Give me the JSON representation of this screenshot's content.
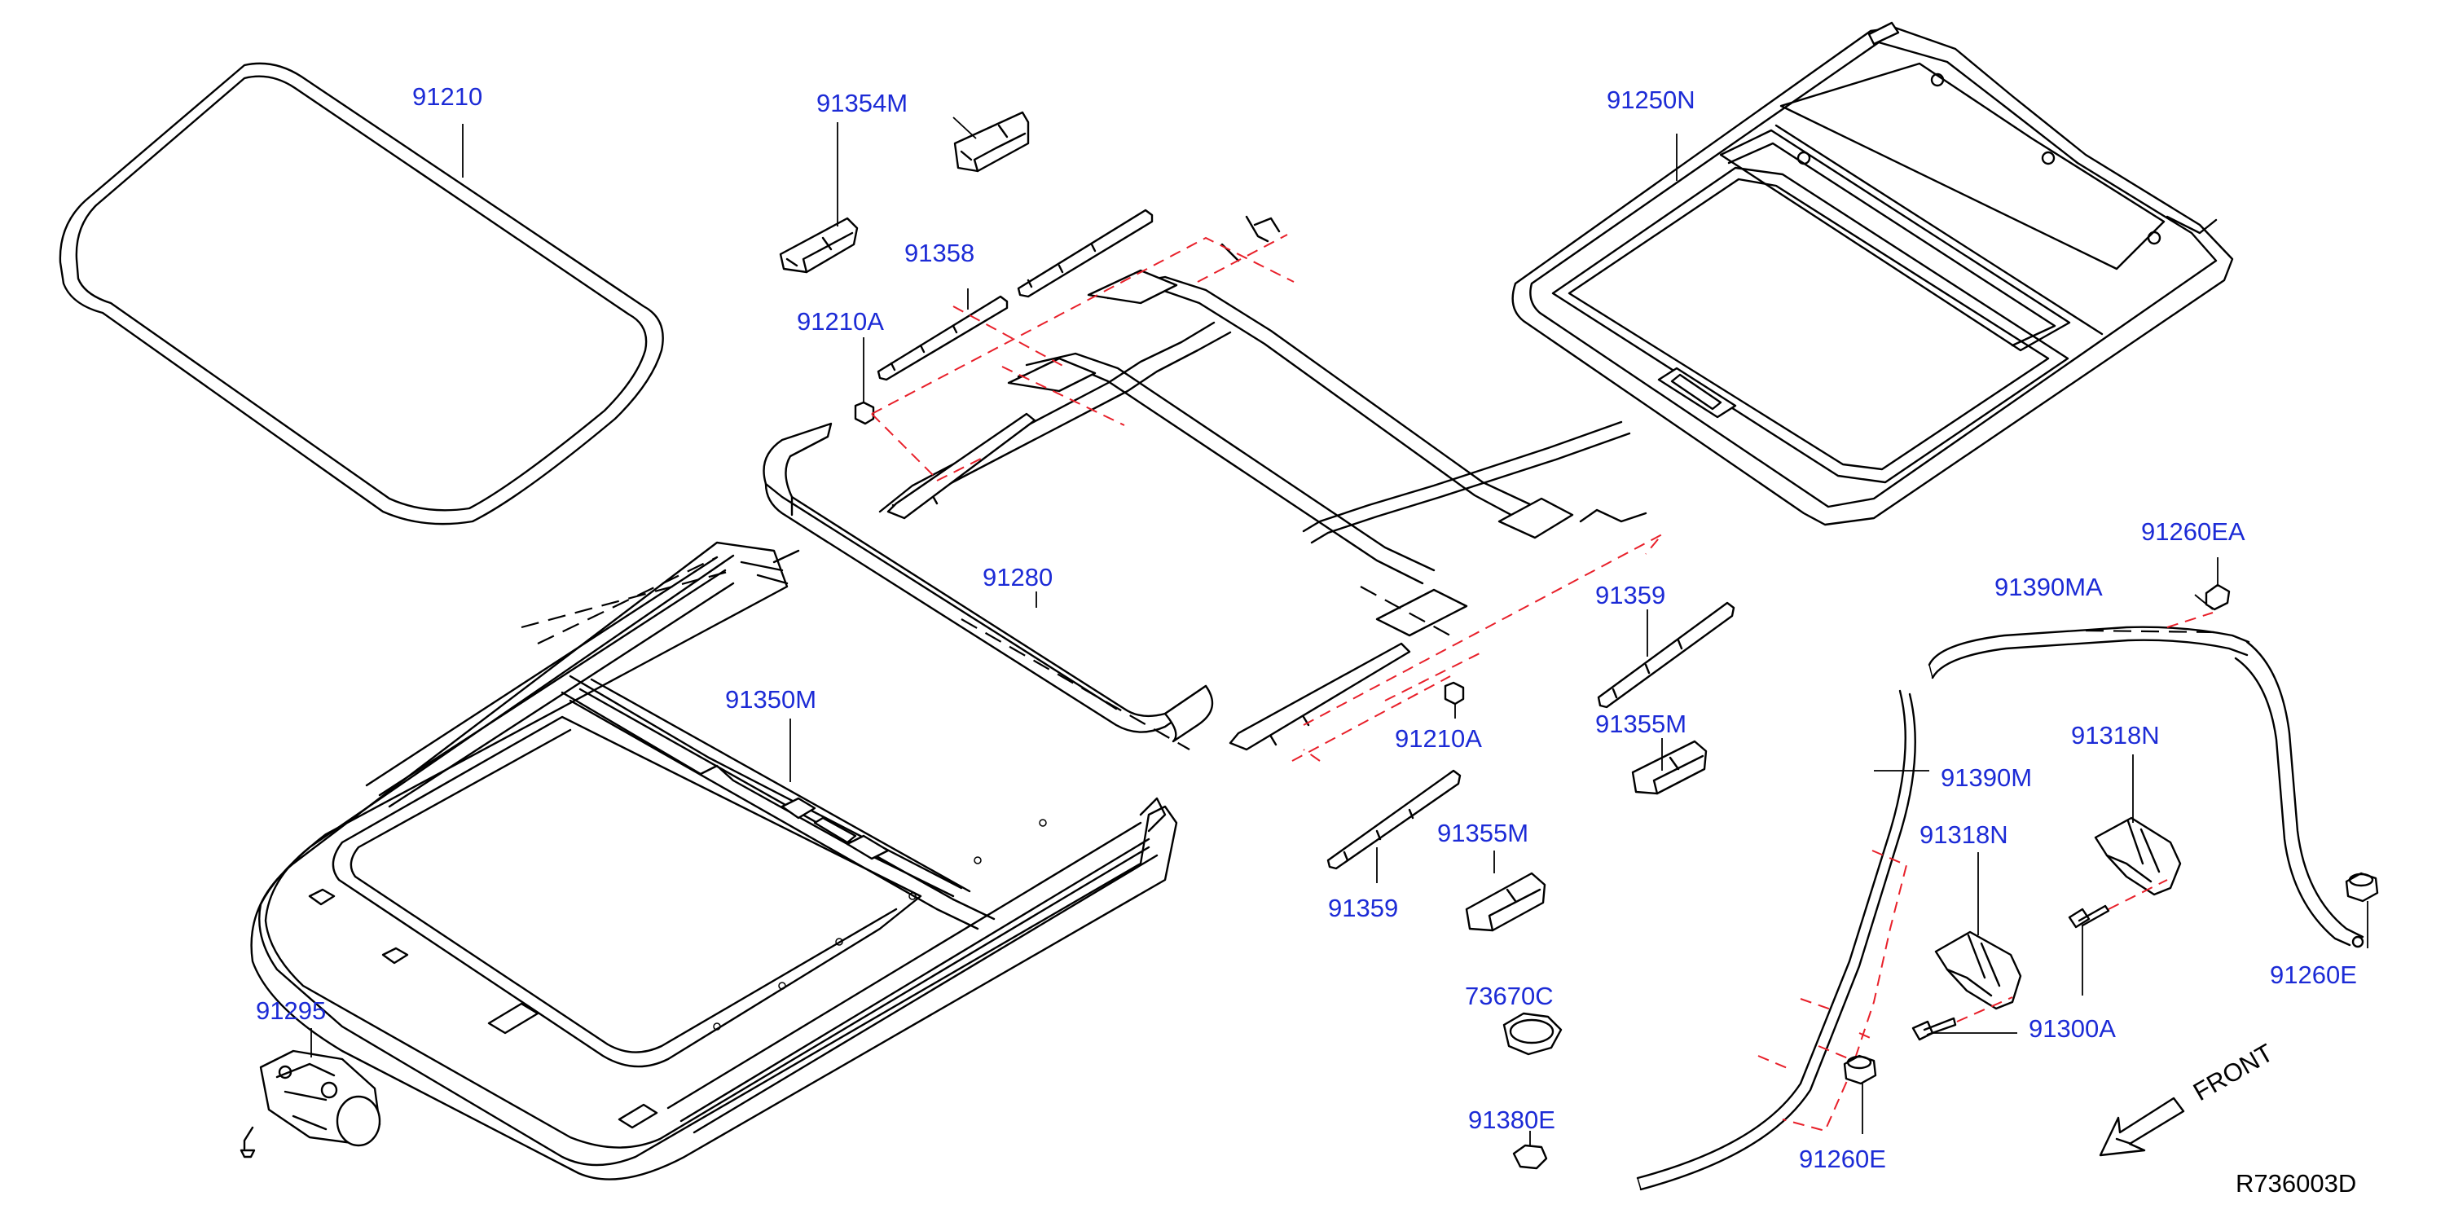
{
  "diagram": {
    "labels": {
      "p91210": "91210",
      "p91354M": "91354M",
      "p91358": "91358",
      "p91210A_top": "91210A",
      "p91250N": "91250N",
      "p91280": "91280",
      "p91350M": "91350M",
      "p91359_right": "91359",
      "p91210A_mid": "91210A",
      "p91355M_right": "91355M",
      "p91355M_mid": "91355M",
      "p91359_mid": "91359",
      "p91260EA": "91260EA",
      "p91390MA": "91390MA",
      "p91390M": "91390M",
      "p91318N_right": "91318N",
      "p91318N_mid": "91318N",
      "p91300A": "91300A",
      "p91260E_right": "91260E",
      "p91260E_bottom": "91260E",
      "p73670C": "73670C",
      "p91380E": "91380E",
      "p91295": "91295"
    },
    "front_label": "FRONT",
    "reference_code": "R736003D",
    "colors": {
      "label": "#1c2bd6",
      "dashed_guide": "#e8202a",
      "line": "#000000"
    }
  }
}
